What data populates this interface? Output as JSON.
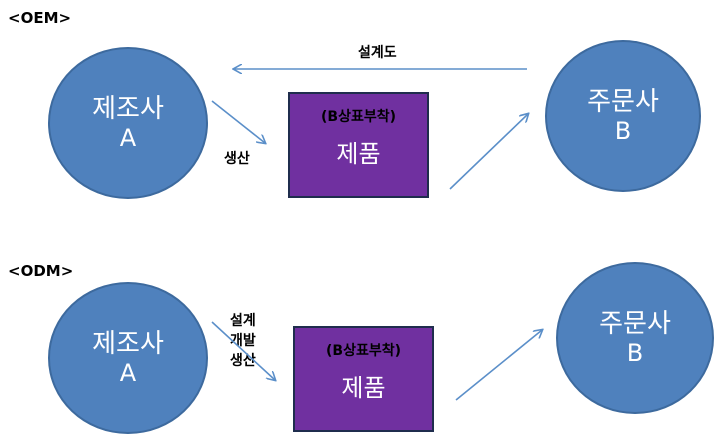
{
  "oem": {
    "section_label": "<OEM>",
    "manufacturer": {
      "name": "제조사",
      "letter": "A"
    },
    "customer": {
      "name": "주문사",
      "letter": "B"
    },
    "product": {
      "brand_note": "(B상표부착)",
      "name": "제품"
    },
    "edge_design": "설계도",
    "edge_produce": "생산"
  },
  "odm": {
    "section_label": "<ODM>",
    "manufacturer": {
      "name": "제조사",
      "letter": "A"
    },
    "customer": {
      "name": "주문사",
      "letter": "B"
    },
    "product": {
      "brand_note": "(B상표부착)",
      "name": "제품"
    },
    "edge_lines": [
      "설계",
      "개발",
      "생산"
    ]
  },
  "colors": {
    "circle_fill": "#4f81bd",
    "product_fill": "#7030a0",
    "arrow": "#5b8fc9"
  }
}
